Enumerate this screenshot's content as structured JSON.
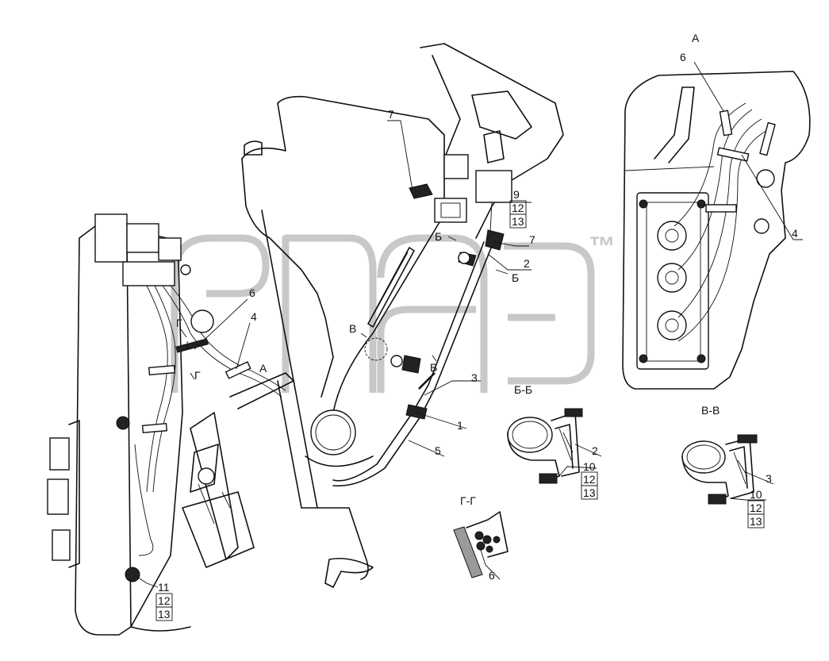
{
  "view_titles": {
    "a": "А",
    "bb": "Б-Б",
    "vv": "В-В",
    "gg": "Г-Г"
  },
  "section_marks": {
    "b": "Б",
    "v": "В",
    "g": "Г",
    "a": "А"
  },
  "callouts": {
    "p1": "1",
    "p2": "2",
    "p3": "3",
    "p4": "4",
    "p5": "5",
    "p6": "6",
    "p7": "7",
    "p9": "9",
    "p10": "10",
    "p11": "11",
    "p12": "12",
    "p13": "13"
  },
  "watermark": {
    "mark": "™"
  }
}
